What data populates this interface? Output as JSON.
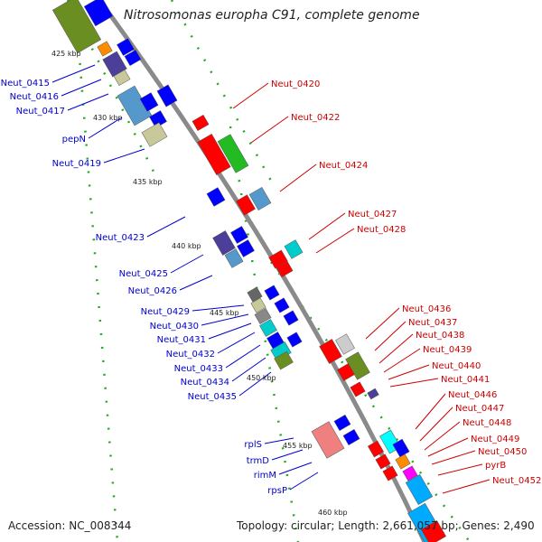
{
  "title": "Nitrosomonas europha C91, complete genome",
  "accession": "Accession: NC_008344",
  "summary": "Topology: circular; Length: 2,661,057 bp; Genes: 2,490",
  "colors": {
    "left_label": "#0000cc",
    "right_label": "#cc0000",
    "backbone": "#8a8a8a",
    "tick_dots": "#22aa22"
  },
  "scale_labels": [
    "425 kbp",
    "430 kbp",
    "435 kbp",
    "440 kbp",
    "445 kbp",
    "450 kbp",
    "455 kbp",
    "460 kbp"
  ],
  "left_labels": [
    "Neut_0415",
    "Neut_0416",
    "Neut_0417",
    "pepN",
    "Neut_0419",
    "Neut_0423",
    "Neut_0425",
    "Neut_0426",
    "Neut_0429",
    "Neut_0430",
    "Neut_0431",
    "Neut_0432",
    "Neut_0433",
    "Neut_0434",
    "Neut_0435",
    "rplS",
    "trmD",
    "rimM",
    "rpsP"
  ],
  "right_labels": [
    "Neut_0420",
    "Neut_0422",
    "Neut_0424",
    "Neut_0427",
    "Neut_0428",
    "Neut_0436",
    "Neut_0437",
    "Neut_0438",
    "Neut_0439",
    "Neut_0440",
    "Neut_0441",
    "Neut_0446",
    "Neut_0447",
    "Neut_0448",
    "Neut_0449",
    "Neut_0450",
    "pyrB",
    "Neut_0452"
  ]
}
